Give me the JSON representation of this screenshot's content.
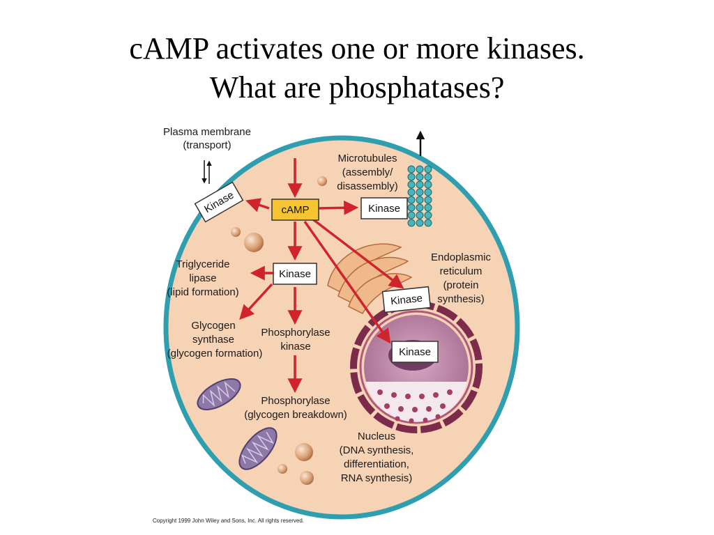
{
  "slide": {
    "title_line1": "cAMP activates one or more kinases.",
    "title_line2": "What are phosphatases?"
  },
  "diagram": {
    "camp_label": "cAMP",
    "kinase_label": "Kinase",
    "plasma_membrane": [
      "Plasma membrane",
      "(transport)"
    ],
    "microtubules": [
      "Microtubules",
      "(assembly/",
      "disassembly)"
    ],
    "triglyceride": [
      "Triglyceride",
      "lipase",
      "(lipid formation)"
    ],
    "er": [
      "Endoplasmic",
      "reticulum",
      "(protein",
      "synthesis)"
    ],
    "glycogen_synthase": [
      "Glycogen",
      "synthase",
      "(glycogen formation)"
    ],
    "phosphorylase_kinase": [
      "Phosphorylase",
      "kinase"
    ],
    "phosphorylase": [
      "Phosphorylase",
      "(glycogen breakdown)"
    ],
    "nucleus": [
      "Nucleus",
      "(DNA synthesis,",
      "differentiation,",
      "RNA synthesis)"
    ],
    "copyright": "Copyright 1999 John Wiley and Sons, Inc. All rights reserved.",
    "colors": {
      "cytoplasm": "#f7d3b5",
      "membrane": "#2f9fb0",
      "arrow": "#d0232b",
      "camp_box": "#f7c531",
      "nucleus": "#7c2b4a",
      "microtubule": "#49b4bb"
    }
  }
}
